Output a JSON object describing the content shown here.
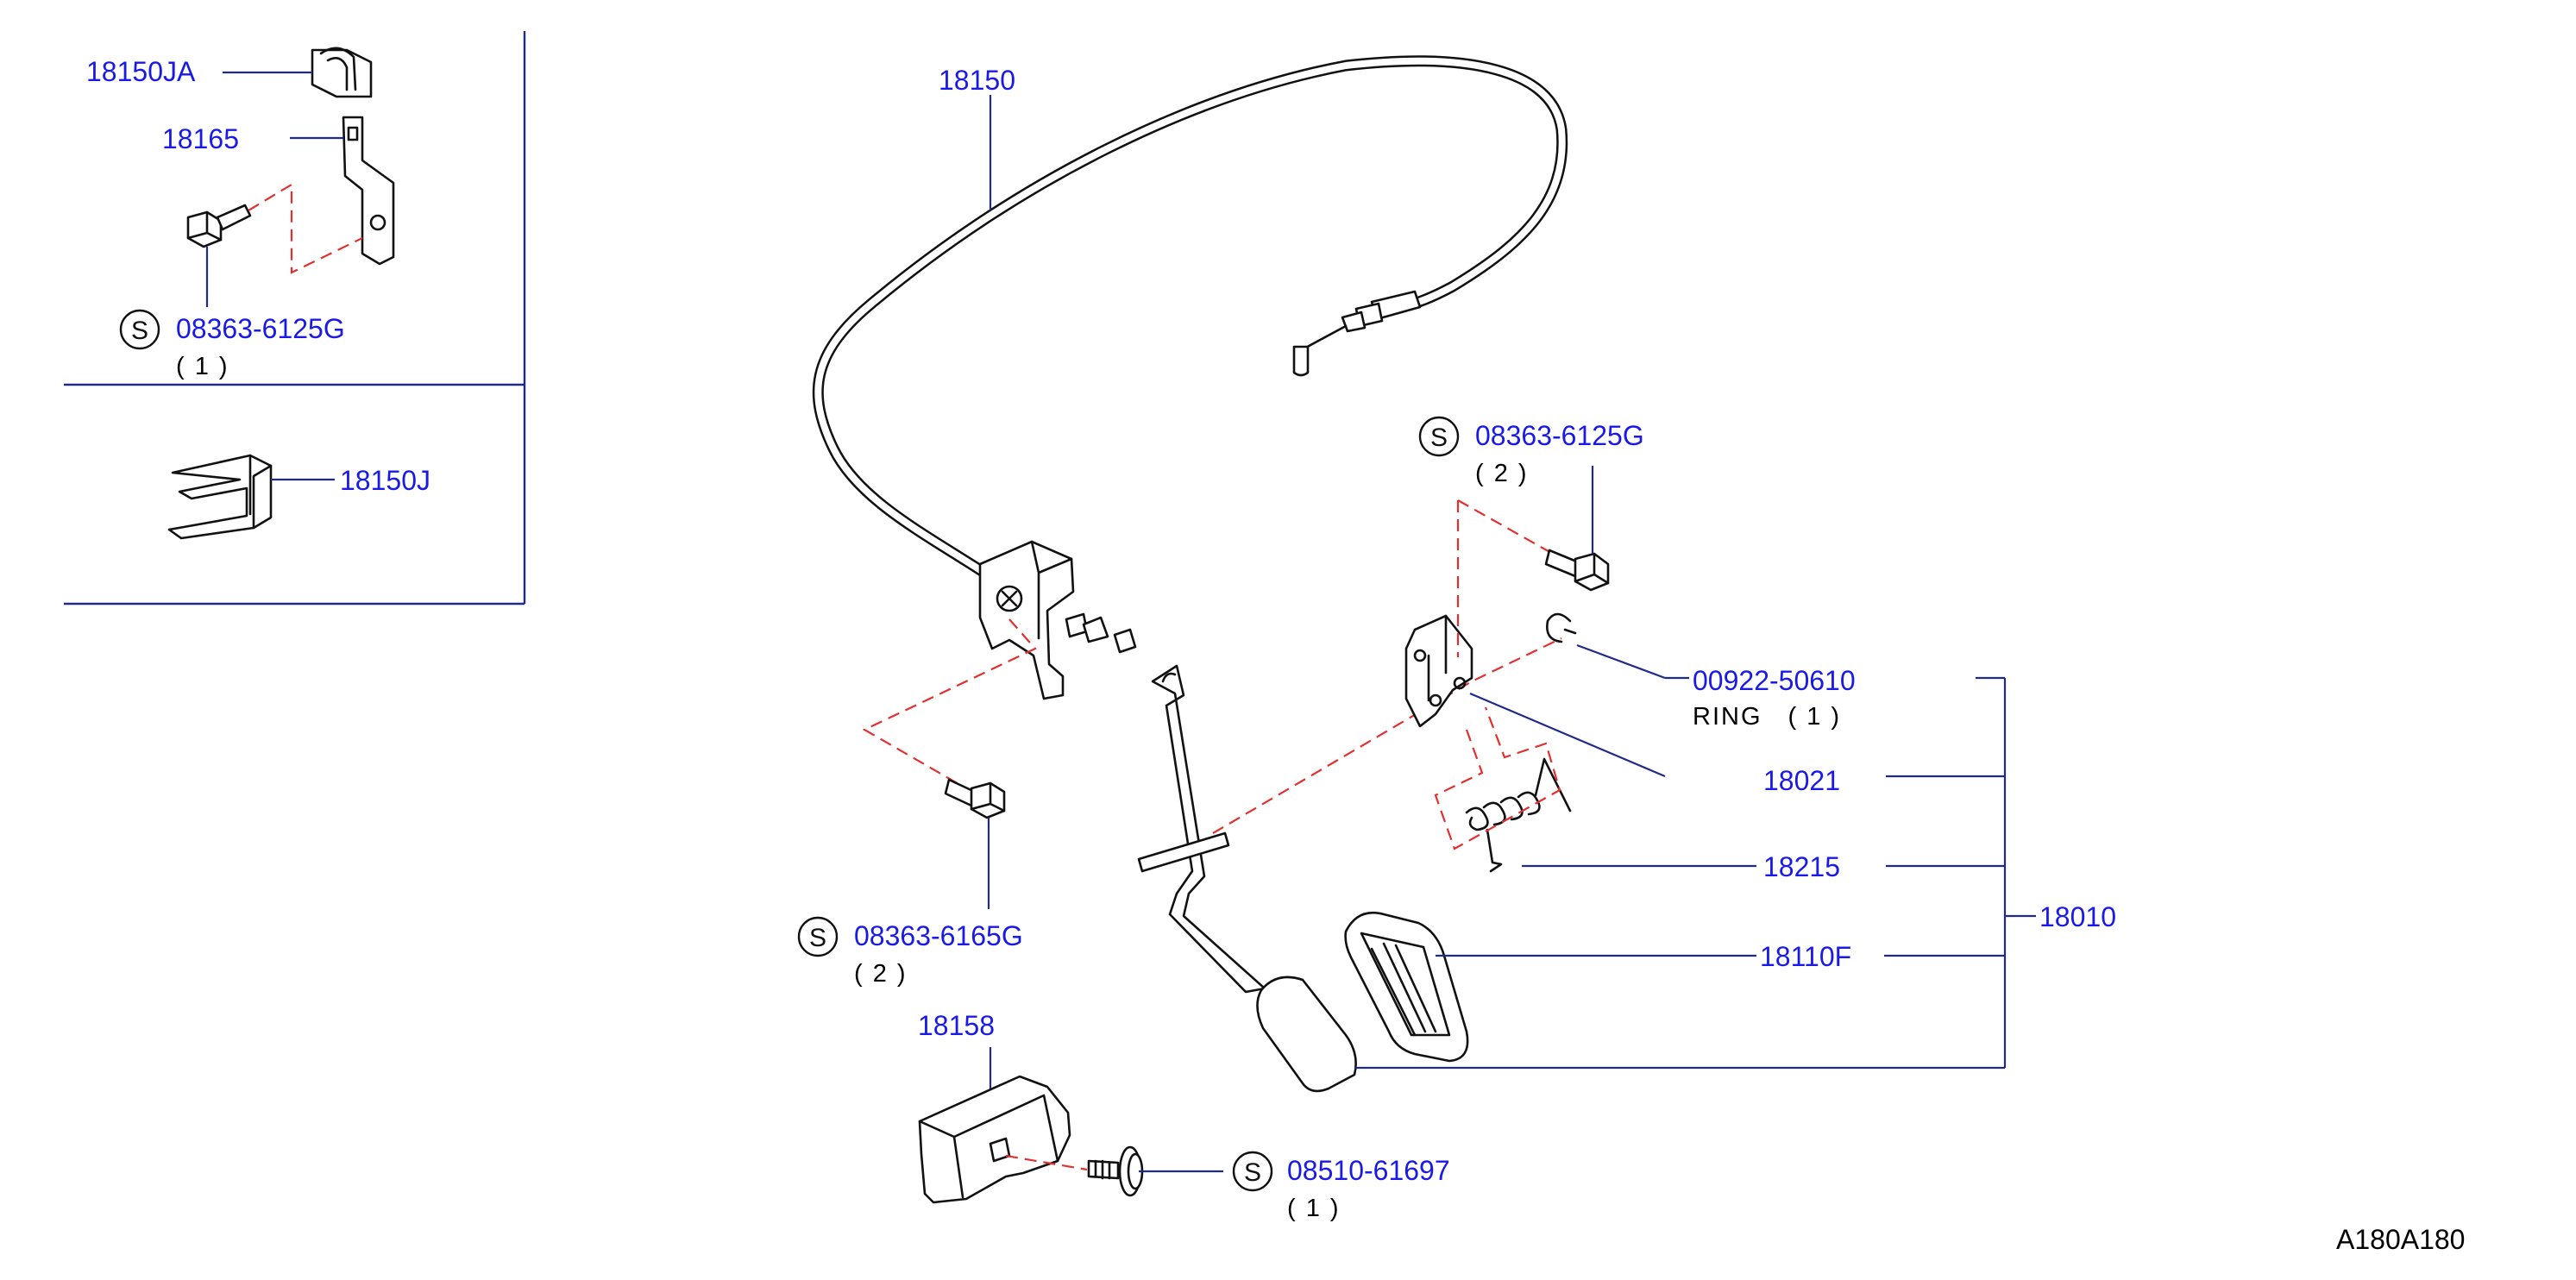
{
  "labels": {
    "p18150JA": "18150JA",
    "p18165": "18165",
    "bolt_top_left": "08363-6125G",
    "bolt_top_left_qty": "( 1 )",
    "p18150J": "18150J",
    "p18150": "18150",
    "bolt_mid_right": "08363-6125G",
    "bolt_mid_right_qty": "( 2 )",
    "ring": "00922-50610",
    "ring_name": "RING",
    "ring_qty": "( 1 )",
    "p18021": "18021",
    "p18215": "18215",
    "p18010": "18010",
    "p18110F": "18110F",
    "bolt_lower_left": "08363-6165G",
    "bolt_lower_left_qty": "( 2 )",
    "p18158": "18158",
    "screw_bottom": "08510-61697",
    "screw_bottom_qty": "( 1 )",
    "s_symbol": "S",
    "diagram_code": "A180A180"
  }
}
